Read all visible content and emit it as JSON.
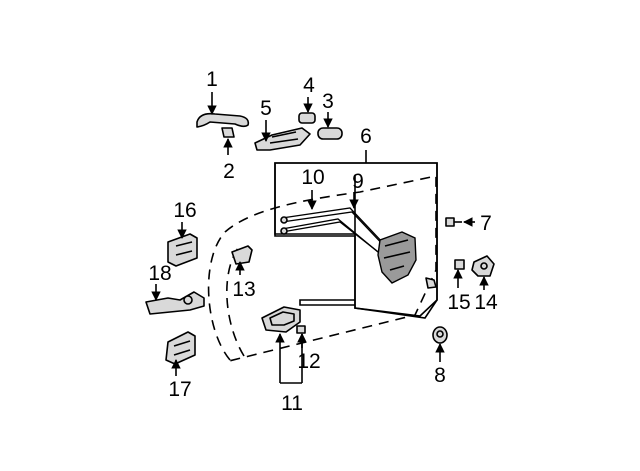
{
  "callouts": [
    {
      "id": "1",
      "label": "1"
    },
    {
      "id": "2",
      "label": "2"
    },
    {
      "id": "3",
      "label": "3"
    },
    {
      "id": "4",
      "label": "4"
    },
    {
      "id": "5",
      "label": "5"
    },
    {
      "id": "6",
      "label": "6"
    },
    {
      "id": "7",
      "label": "7"
    },
    {
      "id": "8",
      "label": "8"
    },
    {
      "id": "9",
      "label": "9"
    },
    {
      "id": "10",
      "label": "10"
    },
    {
      "id": "11",
      "label": "11"
    },
    {
      "id": "12",
      "label": "12"
    },
    {
      "id": "13",
      "label": "13"
    },
    {
      "id": "14",
      "label": "14"
    },
    {
      "id": "15",
      "label": "15"
    },
    {
      "id": "16",
      "label": "16"
    },
    {
      "id": "17",
      "label": "17"
    },
    {
      "id": "18",
      "label": "18"
    }
  ],
  "colors": {
    "line": "#000000",
    "part_fill": "#d9d9d9",
    "background": "#ffffff"
  }
}
